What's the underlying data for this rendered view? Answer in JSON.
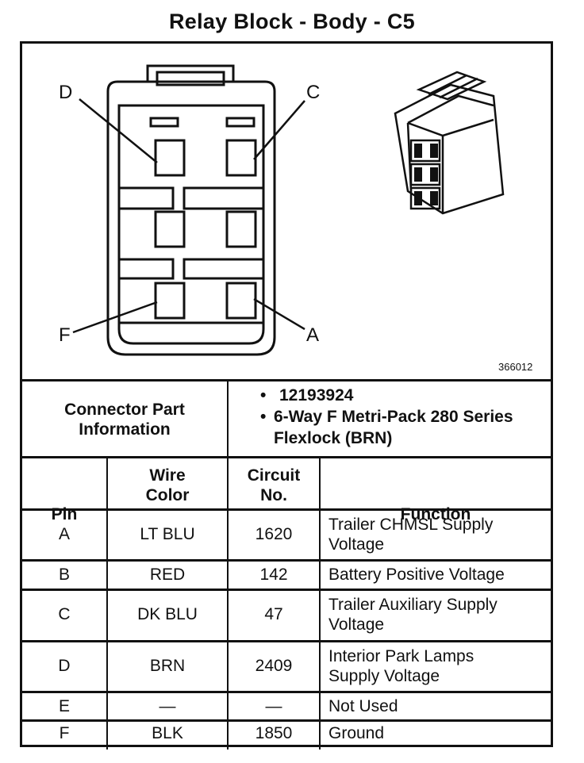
{
  "title": "Relay Block - Body - C5",
  "diagram": {
    "pin_labels": {
      "d": "D",
      "c": "C",
      "f": "F",
      "a": "A"
    },
    "figure_number": "366012"
  },
  "connector_info": {
    "label": "Connector Part Information",
    "items": [
      "12193924",
      "6-Way F Metri-Pack 280 Series Flexlock (BRN)"
    ]
  },
  "table": {
    "headers": {
      "pin": "Pin",
      "wire_color": "Wire Color",
      "circuit_no": "Circuit No.",
      "function": "Function"
    },
    "rows": [
      {
        "pin": "A",
        "wire_color": "LT BLU",
        "circuit": "1620",
        "function": "Trailer CHMSL Supply Voltage"
      },
      {
        "pin": "B",
        "wire_color": "RED",
        "circuit": "142",
        "function": "Battery Positive Voltage"
      },
      {
        "pin": "C",
        "wire_color": "DK BLU",
        "circuit": "47",
        "function": "Trailer Auxiliary Supply Voltage"
      },
      {
        "pin": "D",
        "wire_color": "BRN",
        "circuit": "2409",
        "function": "Interior Park Lamps Supply Voltage"
      },
      {
        "pin": "E",
        "wire_color": "—",
        "circuit": "—",
        "function": "Not Used"
      },
      {
        "pin": "F",
        "wire_color": "BLK",
        "circuit": "1850",
        "function": "Ground"
      }
    ]
  }
}
